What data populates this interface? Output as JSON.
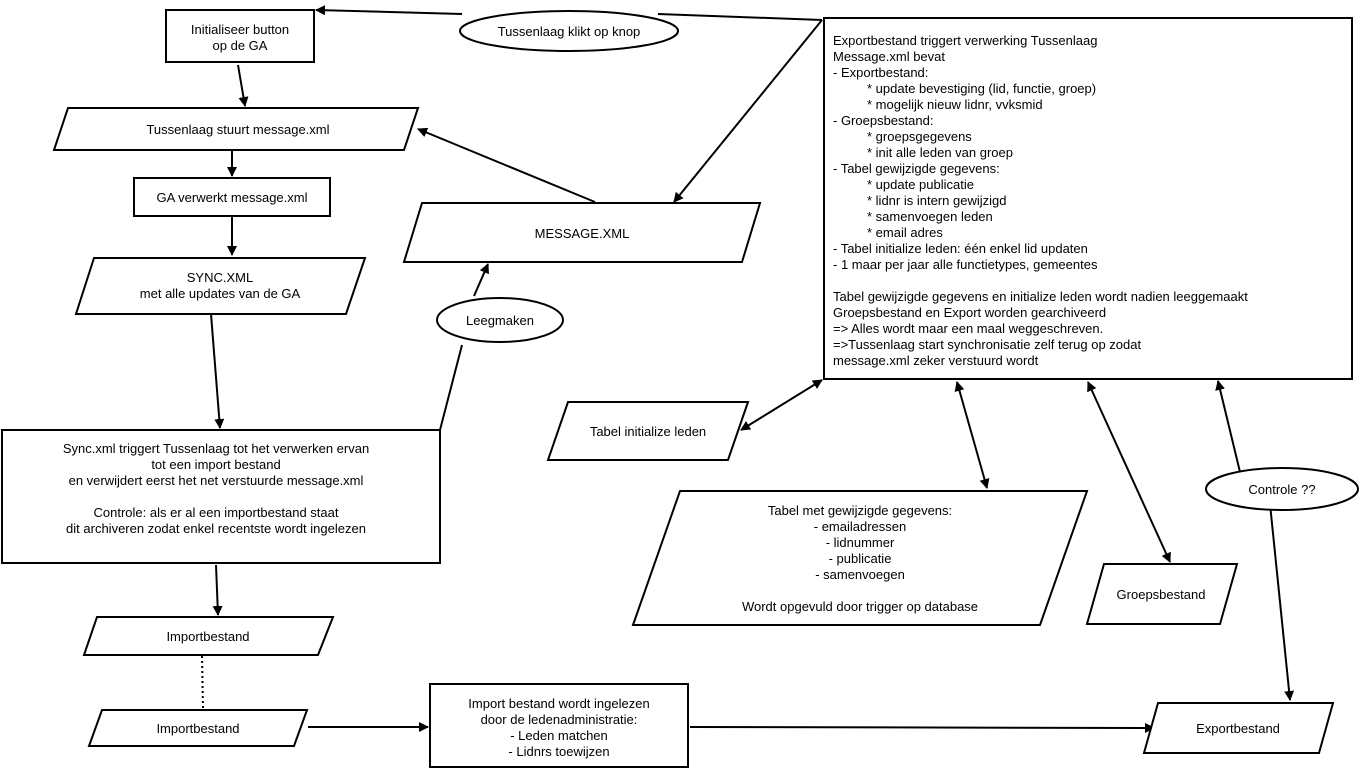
{
  "nodes": {
    "init_button": {
      "lines": [
        "Initialiseer button",
        "op de GA"
      ]
    },
    "tussenlaag_klikt": {
      "lines": [
        "Tussenlaag klikt op knop"
      ]
    },
    "export_triggers": {
      "lines": [
        "Exportbestand triggert verwerking Tussenlaag",
        "Message.xml bevat",
        "- Exportbestand:",
        "* update bevestiging (lid, functie, groep)",
        "* mogelijk nieuw lidnr, vvksmid",
        "- Groepsbestand:",
        "* groepsgegevens",
        "* init alle leden van groep",
        "- Tabel gewijzigde gegevens:",
        "* update publicatie",
        "* lidnr is intern gewijzigd",
        "* samenvoegen leden",
        "* email adres",
        "- Tabel initialize leden: één enkel lid updaten",
        "- 1 maar per jaar alle functietypes, gemeentes",
        "",
        "Tabel gewijzigde gegevens en initialize leden wordt nadien leeggemaakt",
        "Groepsbestand en Export worden gearchiveerd",
        "=> Alles wordt maar een maal weggeschreven.",
        "=>Tussenlaag start synchronisatie zelf terug op zodat",
        "message.xml zeker verstuurd wordt"
      ]
    },
    "tussenlaag_stuurt": {
      "lines": [
        "Tussenlaag stuurt message.xml"
      ]
    },
    "ga_verwerkt": {
      "lines": [
        "GA verwerkt message.xml"
      ]
    },
    "message_xml": {
      "lines": [
        "MESSAGE.XML"
      ]
    },
    "sync_xml": {
      "lines": [
        "SYNC.XML",
        "met alle updates van de GA"
      ]
    },
    "leegmaken": {
      "lines": [
        "Leegmaken"
      ]
    },
    "sync_triggers": {
      "lines": [
        "Sync.xml triggert Tussenlaag tot het verwerken ervan",
        "tot een import bestand",
        "en verwijdert eerst het net verstuurde message.xml",
        "",
        "Controle: als er al een importbestand staat",
        "dit archiveren zodat enkel recentste wordt ingelezen"
      ]
    },
    "tabel_initialize": {
      "lines": [
        "Tabel initialize leden"
      ]
    },
    "tabel_gewijzigd": {
      "lines": [
        "Tabel met gewijzigde gegevens:",
        "- emailadressen",
        "- lidnummer",
        "- publicatie",
        "- samenvoegen",
        "",
        "Wordt opgevuld door trigger op database"
      ]
    },
    "controle": {
      "lines": [
        "Controle ??"
      ]
    },
    "groepsbestand": {
      "lines": [
        "Groepsbestand"
      ]
    },
    "importbestand_1": {
      "lines": [
        "Importbestand"
      ]
    },
    "importbestand_2": {
      "lines": [
        "Importbestand"
      ]
    },
    "import_ingelezen": {
      "lines": [
        "Import bestand wordt ingelezen",
        "door de ledenadministratie:",
        "- Leden matchen",
        "- Lidnrs toewijzen"
      ]
    },
    "exportbestand": {
      "lines": [
        "Exportbestand"
      ]
    }
  }
}
